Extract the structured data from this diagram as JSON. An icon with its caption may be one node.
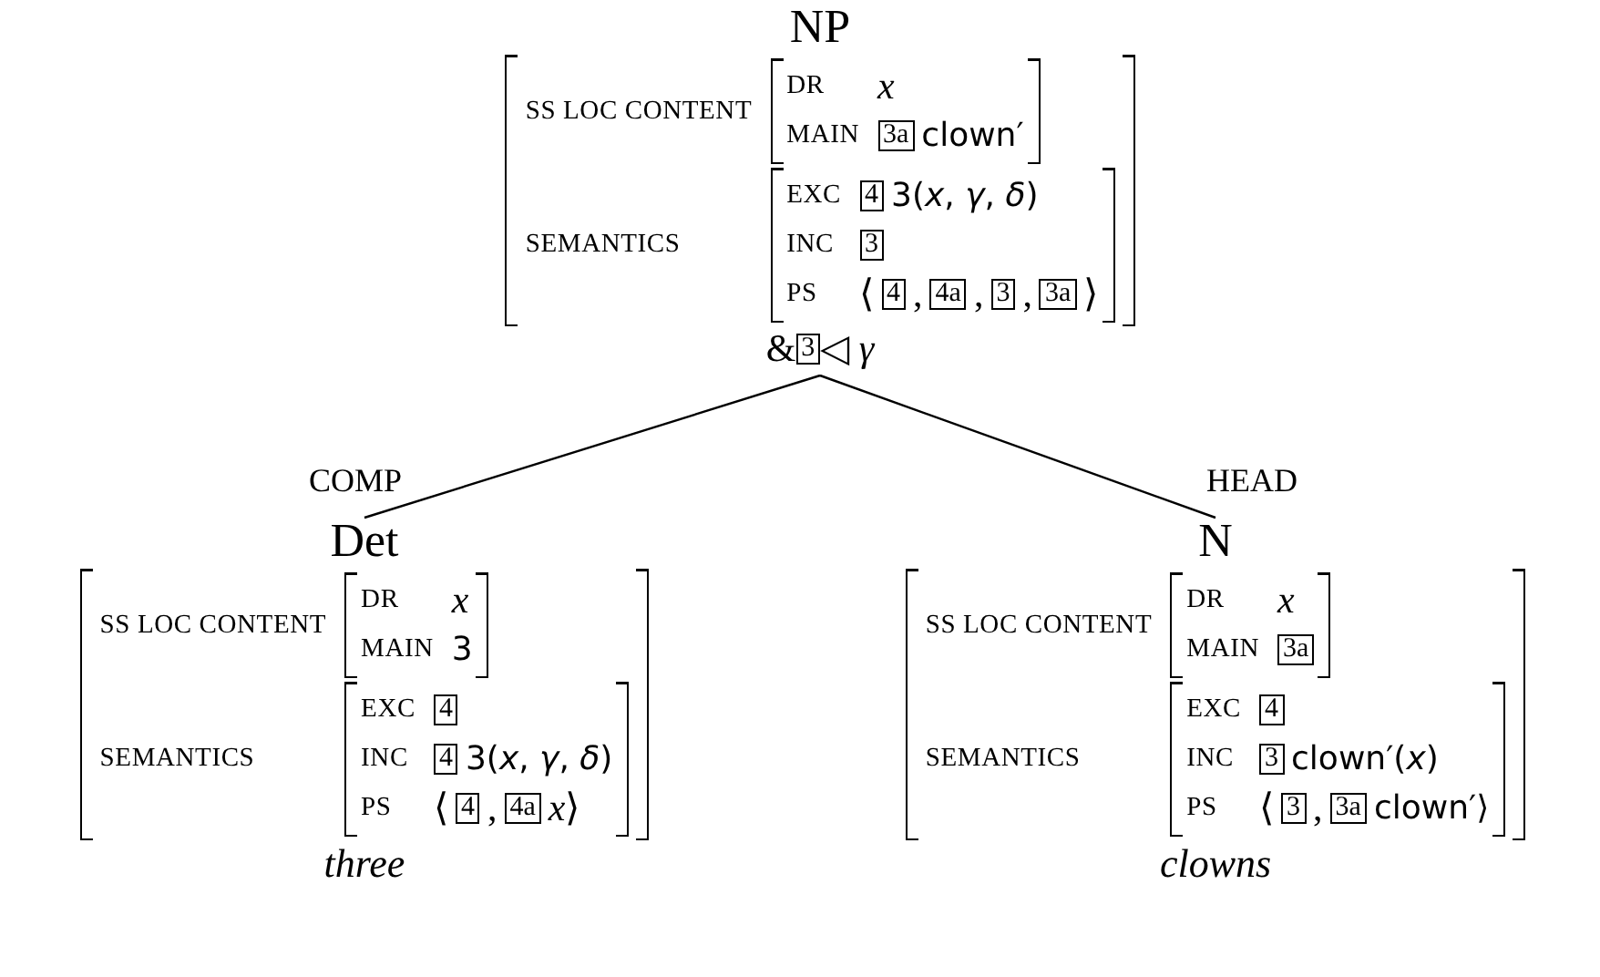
{
  "diagram": {
    "nodes": [
      {
        "text": [
          "NP",
          "&",
          "◁ *γ*"
        ]
      },
      {
        "text": [
          "SS LOC CONTENT",
          "SEMANTICS"
        ],
        "in": 0
      },
      {
        "text": [
          "DR",
          "x",
          "MAIN",
          "clown′"
        ],
        "in": 1
      },
      {
        "text": [
          "3a"
        ],
        "in": 2
      },
      {
        "text": [
          "EXC",
          "3(*x*, *γ*, *δ*)",
          "INC",
          "PS",
          "⟨",
          ",",
          ",",
          ",",
          "⟩"
        ],
        "in": 1
      },
      {
        "text": [
          "4"
        ],
        "in": 4
      },
      {
        "text": [
          "3"
        ],
        "in": 4
      },
      {
        "text": [
          "4"
        ],
        "in": 4
      },
      {
        "text": [
          "4a"
        ],
        "in": 4
      },
      {
        "text": [
          "3"
        ],
        "in": 4
      },
      {
        "text": [
          "3a"
        ],
        "in": 4
      },
      {
        "text": [
          "3"
        ],
        "in": 0
      },
      {
        "text": [
          "Det",
          "three"
        ]
      },
      {
        "text": [
          "SS LOC CONTENT",
          "SEMANTICS"
        ],
        "in": 12
      },
      {
        "text": [
          "DR",
          "x",
          "MAIN",
          "3"
        ],
        "in": 13
      },
      {
        "text": [
          "EXC",
          "INC",
          "3(*x*, *γ*, *δ*)",
          "PS",
          "⟨",
          ",",
          "*x*⟩"
        ],
        "in": 13
      },
      {
        "text": [
          "4"
        ],
        "in": 15
      },
      {
        "text": [
          "4"
        ],
        "in": 15
      },
      {
        "text": [
          "4"
        ],
        "in": 15
      },
      {
        "text": [
          "4a"
        ],
        "in": 15
      },
      {
        "text": [
          "N",
          "clowns"
        ]
      },
      {
        "text": [
          "SS LOC CONTENT",
          "SEMANTICS"
        ],
        "in": 20
      },
      {
        "text": [
          "DR",
          "x",
          "MAIN"
        ],
        "in": 21
      },
      {
        "text": [
          "3a"
        ],
        "in": 22
      },
      {
        "text": [
          "EXC",
          "INC",
          "clown′(*x*)",
          "PS",
          "⟨",
          ",",
          "clown′⟩"
        ],
        "in": 21
      },
      {
        "text": [
          "4"
        ],
        "in": 24
      },
      {
        "text": [
          "3"
        ],
        "in": 24
      },
      {
        "text": [
          "3"
        ],
        "in": 24
      },
      {
        "text": [
          "3a"
        ],
        "in": 24
      }
    ],
    "edges": [
      {
        "from": 0,
        "to": 12,
        "arrow": "none",
        "label": "COMP"
      },
      {
        "from": 0,
        "to": 20,
        "arrow": "none",
        "label": "HEAD"
      }
    ]
  }
}
